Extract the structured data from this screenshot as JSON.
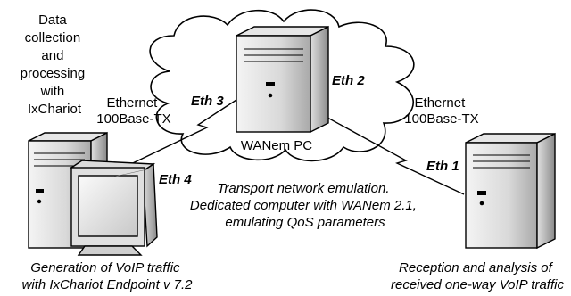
{
  "labels": {
    "data_collection": [
      "Data",
      "collection",
      "and",
      "processing",
      "with",
      "IxChariot"
    ],
    "ethernet_left": [
      "Ethernet",
      "100Base-TX"
    ],
    "ethernet_right": [
      "Ethernet",
      "100Base-TX"
    ],
    "eth3": "Eth 3",
    "eth2": "Eth 2",
    "eth1": "Eth 1",
    "eth4": "Eth 4",
    "wanem_pc": "WANem PC",
    "transport": [
      "Transport network emulation.",
      "Dedicated computer with WANem 2.1,",
      "emulating QoS parameters"
    ],
    "generation": [
      "Generation of VoIP traffic",
      "with IxChariot Endpoint v 7.2"
    ],
    "reception": [
      "Reception and analysis of",
      "received one-way VoIP traffic"
    ]
  },
  "colors": {
    "outline": "#000000",
    "tower_light": "#ffffff",
    "tower_dark": "#bdbdbd",
    "cloud_fill": "#ffffff"
  }
}
